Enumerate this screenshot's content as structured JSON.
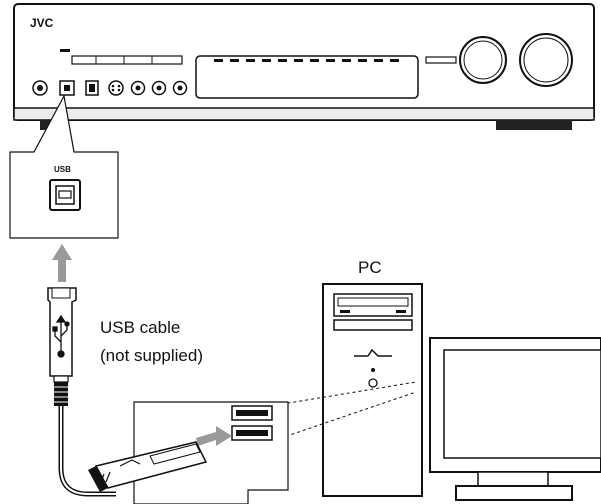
{
  "receiver": {
    "brand": "JVC"
  },
  "usb_port_callout": {
    "label": "USB"
  },
  "cable": {
    "label_line1": "USB cable",
    "label_line2": "(not supplied)"
  },
  "pc": {
    "label": "PC"
  },
  "colors": {
    "line": "#111111",
    "arrow_gray": "#9a9a9a",
    "panel_gray": "#e4e4e4"
  },
  "icons": [
    "usb-trident-icon",
    "arrow-up-icon",
    "arrow-right-icon"
  ]
}
